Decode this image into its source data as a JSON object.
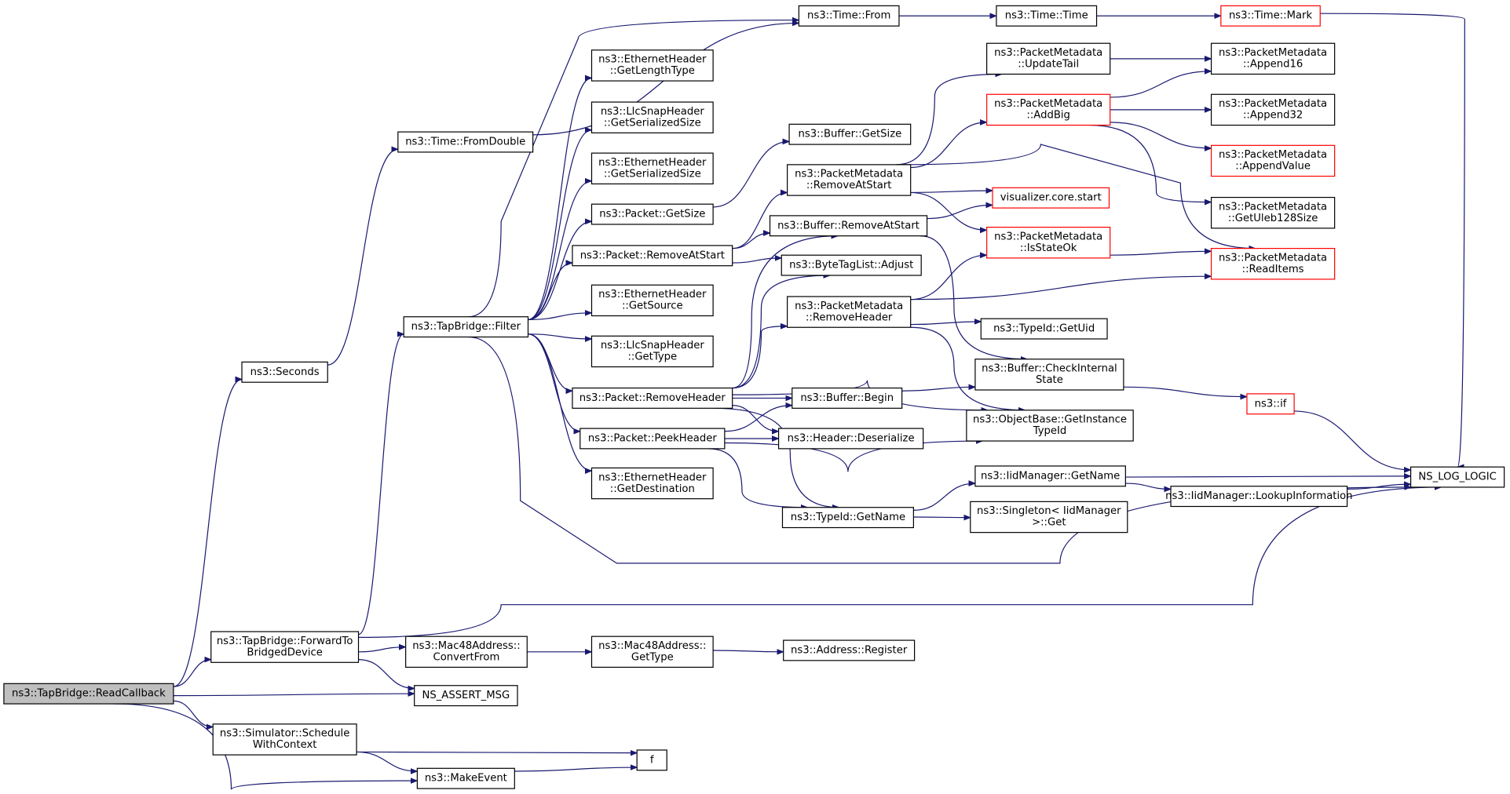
{
  "diagram": {
    "edge_color": "#191970",
    "highlight_border": "#ff0000",
    "root_fill": "#bfbfbf",
    "nodes": [
      {
        "id": "readcallback",
        "lines": [
          "ns3::TapBridge::ReadCallback"
        ],
        "style": "root"
      },
      {
        "id": "seconds",
        "lines": [
          "ns3::Seconds"
        ]
      },
      {
        "id": "fromdouble",
        "lines": [
          "ns3::Time::FromDouble"
        ]
      },
      {
        "id": "timefrom",
        "lines": [
          "ns3::Time::From"
        ]
      },
      {
        "id": "timetime",
        "lines": [
          "ns3::Time::Time"
        ]
      },
      {
        "id": "timemark",
        "lines": [
          "ns3::Time::Mark"
        ],
        "style": "red"
      },
      {
        "id": "filter",
        "lines": [
          "ns3::TapBridge::Filter"
        ]
      },
      {
        "id": "forward",
        "lines": [
          "ns3::TapBridge::ForwardTo",
          "BridgedDevice"
        ]
      },
      {
        "id": "eth_lengthtype",
        "lines": [
          "ns3::EthernetHeader",
          "::GetLengthType"
        ]
      },
      {
        "id": "llc_sersize",
        "lines": [
          "ns3::LlcSnapHeader",
          "::GetSerializedSize"
        ]
      },
      {
        "id": "eth_sersize",
        "lines": [
          "ns3::EthernetHeader",
          "::GetSerializedSize"
        ]
      },
      {
        "id": "pkt_getsize",
        "lines": [
          "ns3::Packet::GetSize"
        ]
      },
      {
        "id": "pkt_removeatstart",
        "lines": [
          "ns3::Packet::RemoveAtStart"
        ]
      },
      {
        "id": "eth_source",
        "lines": [
          "ns3::EthernetHeader",
          "::GetSource"
        ]
      },
      {
        "id": "llc_type",
        "lines": [
          "ns3::LlcSnapHeader",
          "::GetType"
        ]
      },
      {
        "id": "pkt_removeheader",
        "lines": [
          "ns3::Packet::RemoveHeader"
        ]
      },
      {
        "id": "pkt_peekheader",
        "lines": [
          "ns3::Packet::PeekHeader"
        ]
      },
      {
        "id": "eth_destination",
        "lines": [
          "ns3::EthernetHeader",
          "::GetDestination"
        ]
      },
      {
        "id": "buf_getsize",
        "lines": [
          "ns3::Buffer::GetSize"
        ]
      },
      {
        "id": "pm_removeatstart",
        "lines": [
          "ns3::PacketMetadata",
          "::RemoveAtStart"
        ]
      },
      {
        "id": "buf_removeatstart",
        "lines": [
          "ns3::Buffer::RemoveAtStart"
        ]
      },
      {
        "id": "btl_adjust",
        "lines": [
          "ns3::ByteTagList::Adjust"
        ]
      },
      {
        "id": "pm_removeheader",
        "lines": [
          "ns3::PacketMetadata",
          "::RemoveHeader"
        ]
      },
      {
        "id": "buf_begin",
        "lines": [
          "ns3::Buffer::Begin"
        ]
      },
      {
        "id": "hdr_deserialize",
        "lines": [
          "ns3::Header::Deserialize"
        ]
      },
      {
        "id": "typeid_getname",
        "lines": [
          "ns3::TypeId::GetName"
        ]
      },
      {
        "id": "pm_updatetail",
        "lines": [
          "ns3::PacketMetadata",
          "::UpdateTail"
        ]
      },
      {
        "id": "pm_addbig",
        "lines": [
          "ns3::PacketMetadata",
          "::AddBig"
        ],
        "style": "red"
      },
      {
        "id": "viz_start",
        "lines": [
          "visualizer.core.start"
        ],
        "style": "red"
      },
      {
        "id": "pm_isstateok",
        "lines": [
          "ns3::PacketMetadata",
          "::IsStateOk"
        ],
        "style": "red"
      },
      {
        "id": "typeid_getuid",
        "lines": [
          "ns3::TypeId::GetUid"
        ]
      },
      {
        "id": "buf_checkinternal",
        "lines": [
          "ns3::Buffer::CheckInternal",
          "State"
        ]
      },
      {
        "id": "ob_getinstance",
        "lines": [
          "ns3::ObjectBase::GetInstance",
          "TypeId"
        ]
      },
      {
        "id": "iid_getname",
        "lines": [
          "ns3::IidManager::GetName"
        ]
      },
      {
        "id": "singleton_get",
        "lines": [
          "ns3::Singleton< IidManager",
          ">::Get"
        ]
      },
      {
        "id": "pm_append16",
        "lines": [
          "ns3::PacketMetadata",
          "::Append16"
        ]
      },
      {
        "id": "pm_append32",
        "lines": [
          "ns3::PacketMetadata",
          "::Append32"
        ]
      },
      {
        "id": "pm_appendvalue",
        "lines": [
          "ns3::PacketMetadata",
          "::AppendValue"
        ],
        "style": "red"
      },
      {
        "id": "pm_getuleb",
        "lines": [
          "ns3::PacketMetadata",
          "::GetUleb128Size"
        ]
      },
      {
        "id": "pm_readitems",
        "lines": [
          "ns3::PacketMetadata",
          "::ReadItems"
        ],
        "style": "red"
      },
      {
        "id": "ns3_if",
        "lines": [
          "ns3::if"
        ],
        "style": "red"
      },
      {
        "id": "iid_lookup",
        "lines": [
          "ns3::IidManager::LookupInformation"
        ]
      },
      {
        "id": "ns_log_logic",
        "lines": [
          "NS_LOG_LOGIC"
        ]
      },
      {
        "id": "mac_convertfrom",
        "lines": [
          "ns3::Mac48Address::",
          "ConvertFrom"
        ]
      },
      {
        "id": "mac_gettype",
        "lines": [
          "ns3::Mac48Address::",
          "GetType"
        ]
      },
      {
        "id": "addr_register",
        "lines": [
          "ns3::Address::Register"
        ]
      },
      {
        "id": "ns_assert_msg",
        "lines": [
          "NS_ASSERT_MSG"
        ]
      },
      {
        "id": "sim_schedule",
        "lines": [
          "ns3::Simulator::Schedule",
          "WithContext"
        ]
      },
      {
        "id": "f",
        "lines": [
          "f"
        ]
      },
      {
        "id": "makeevent",
        "lines": [
          "ns3::MakeEvent"
        ]
      }
    ],
    "edges": [
      [
        "readcallback",
        "seconds"
      ],
      [
        "readcallback",
        "forward"
      ],
      [
        "readcallback",
        "ns_assert_msg"
      ],
      [
        "readcallback",
        "sim_schedule"
      ],
      [
        "readcallback",
        "makeevent"
      ],
      [
        "seconds",
        "fromdouble"
      ],
      [
        "fromdouble",
        "timefrom"
      ],
      [
        "timefrom",
        "timetime"
      ],
      [
        "timetime",
        "timemark"
      ],
      [
        "timemark",
        "ns_log_logic"
      ],
      [
        "forward",
        "filter"
      ],
      [
        "forward",
        "mac_convertfrom"
      ],
      [
        "forward",
        "ns_assert_msg"
      ],
      [
        "forward",
        "ns_log_logic"
      ],
      [
        "filter",
        "timefrom"
      ],
      [
        "filter",
        "eth_lengthtype"
      ],
      [
        "filter",
        "llc_sersize"
      ],
      [
        "filter",
        "eth_sersize"
      ],
      [
        "filter",
        "pkt_getsize"
      ],
      [
        "filter",
        "pkt_removeatstart"
      ],
      [
        "filter",
        "eth_source"
      ],
      [
        "filter",
        "llc_type"
      ],
      [
        "filter",
        "pkt_removeheader"
      ],
      [
        "filter",
        "pkt_peekheader"
      ],
      [
        "filter",
        "eth_destination"
      ],
      [
        "filter",
        "ns_log_logic"
      ],
      [
        "pkt_getsize",
        "buf_getsize"
      ],
      [
        "pkt_removeatstart",
        "pm_removeatstart"
      ],
      [
        "pkt_removeatstart",
        "buf_removeatstart"
      ],
      [
        "pkt_removeatstart",
        "btl_adjust"
      ],
      [
        "pkt_removeheader",
        "buf_removeatstart"
      ],
      [
        "pkt_removeheader",
        "btl_adjust"
      ],
      [
        "pkt_removeheader",
        "pm_removeheader"
      ],
      [
        "pkt_removeheader",
        "buf_begin"
      ],
      [
        "pkt_removeheader",
        "hdr_deserialize"
      ],
      [
        "pkt_removeheader",
        "typeid_getname"
      ],
      [
        "pkt_removeheader",
        "ob_getinstance"
      ],
      [
        "pkt_peekheader",
        "buf_begin"
      ],
      [
        "pkt_peekheader",
        "hdr_deserialize"
      ],
      [
        "pkt_peekheader",
        "typeid_getname"
      ],
      [
        "pkt_peekheader",
        "ob_getinstance"
      ],
      [
        "pm_removeatstart",
        "pm_updatetail"
      ],
      [
        "pm_removeatstart",
        "pm_addbig"
      ],
      [
        "pm_removeatstart",
        "viz_start"
      ],
      [
        "pm_removeatstart",
        "pm_isstateok"
      ],
      [
        "pm_removeatstart",
        "pm_readitems"
      ],
      [
        "buf_removeatstart",
        "viz_start"
      ],
      [
        "buf_removeatstart",
        "buf_checkinternal"
      ],
      [
        "pm_removeheader",
        "pm_isstateok"
      ],
      [
        "pm_removeheader",
        "pm_readitems"
      ],
      [
        "pm_removeheader",
        "typeid_getuid"
      ],
      [
        "pm_removeheader",
        "ob_getinstance"
      ],
      [
        "buf_begin",
        "buf_checkinternal"
      ],
      [
        "typeid_getname",
        "iid_getname"
      ],
      [
        "typeid_getname",
        "singleton_get"
      ],
      [
        "pm_updatetail",
        "pm_append16"
      ],
      [
        "pm_addbig",
        "pm_append16"
      ],
      [
        "pm_addbig",
        "pm_append32"
      ],
      [
        "pm_addbig",
        "pm_appendvalue"
      ],
      [
        "pm_addbig",
        "pm_getuleb"
      ],
      [
        "pm_isstateok",
        "pm_readitems"
      ],
      [
        "buf_checkinternal",
        "ns3_if"
      ],
      [
        "ns3_if",
        "ns_log_logic"
      ],
      [
        "iid_getname",
        "ns_log_logic"
      ],
      [
        "iid_getname",
        "iid_lookup"
      ],
      [
        "iid_lookup",
        "ns_log_logic"
      ],
      [
        "mac_convertfrom",
        "mac_gettype"
      ],
      [
        "mac_gettype",
        "addr_register"
      ],
      [
        "sim_schedule",
        "f"
      ],
      [
        "sim_schedule",
        "makeevent"
      ],
      [
        "makeevent",
        "f"
      ]
    ]
  }
}
